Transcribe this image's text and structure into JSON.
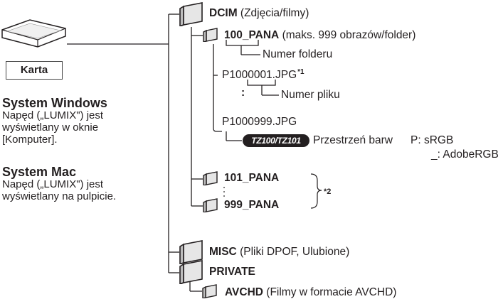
{
  "card": {
    "label": "Karta"
  },
  "windows": {
    "title": "System Windows",
    "lines": [
      "Napęd („LUMIX\") jest",
      "wyświetlany w oknie",
      "[Komputer]."
    ]
  },
  "mac": {
    "title": "System Mac",
    "lines": [
      "Napęd („LUMIX\") jest",
      "wyświetlany na pulpicie."
    ]
  },
  "tree": {
    "dcim": {
      "name": "DCIM",
      "desc": "(Zdjęcia/filmy)"
    },
    "pana100": {
      "name": "100_PANA",
      "desc": "(maks. 999 obrazów/folder)"
    },
    "folder_number": "Numer folderu",
    "file1": "P1000001.JPG",
    "file1_note": "*1",
    "ellipsis": ":",
    "file_number": "Numer pliku",
    "file999": "P1000999.JPG",
    "model_badge": "TZ100/TZ101",
    "color_space": "Przestrzeń barw",
    "srgb": "P: sRGB",
    "adobergb": "_: AdobeRGB",
    "pana101": "101_PANA",
    "pana999": "999_PANA",
    "note2": "*2",
    "misc": {
      "name": "MISC",
      "desc": "(Pliki DPOF, Ulubione)"
    },
    "private": {
      "name": "PRIVATE"
    },
    "avchd": {
      "name": "AVCHD",
      "desc": "(Filmy w formacie AVCHD)"
    }
  },
  "colors": {
    "ink": "#231f20",
    "folder_fill": "#e6e6e6"
  }
}
